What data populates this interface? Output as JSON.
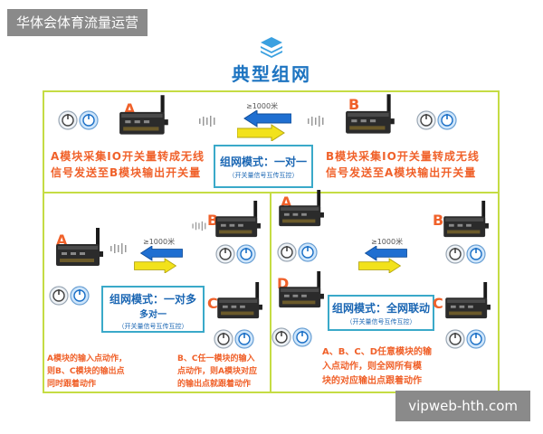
{
  "banner": {
    "text": "华体会体育流量运营"
  },
  "footer": {
    "text": "vipweb-hth.com"
  },
  "title": {
    "text": "典型组网"
  },
  "top": {
    "label_a": "A",
    "label_b": "B",
    "distance": "≥1000米",
    "mode_title": "组网模式：一对一",
    "mode_sub": "（开关量信号互传互控）",
    "desc_a_line1": "A模块采集IO开关量转成无线",
    "desc_a_line2": "信号发送至B模块输出开关量",
    "desc_b_line1": "B模块采集IO开关量转成无线",
    "desc_b_line2": "信号发送至A模块输出开关量"
  },
  "bottom_left": {
    "label_a": "A",
    "label_b": "B",
    "label_c": "C",
    "distance": "≥1000米",
    "mode_title_1": "组网模式：一对多",
    "mode_title_2": "多对一",
    "mode_sub": "（开关量信号互传互控）",
    "desc_left_1": "A模块的输入点动作，",
    "desc_left_2": "则B、C模块的输出点",
    "desc_left_3": "同时跟着动作",
    "desc_right_1": "B、C任一模块的输入",
    "desc_right_2": "点动作，则A模块对应",
    "desc_right_3": "的输出点就跟着动作"
  },
  "bottom_right": {
    "label_a": "A",
    "label_b": "B",
    "label_c": "C",
    "label_d": "D",
    "distance": "≥1000米",
    "mode_title": "组网模式：全网联动",
    "mode_sub": "（开关量信号互传互控）",
    "desc_1": "A、B、C、D任意模块的输",
    "desc_2": "入点动作，则全网所有模",
    "desc_3": "块的对应输出点跟着动作"
  },
  "colors": {
    "panel_border": "#c5dc44",
    "label_orange": "#f0612a",
    "title_blue": "#1d74c1",
    "arrow_blue": "#1f6fd1",
    "arrow_yellow": "#f2e21b"
  }
}
